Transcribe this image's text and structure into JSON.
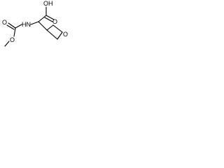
{
  "molecule": {
    "labels": {
      "acid_oh": "OH",
      "acid_carbonyl_o": "O",
      "amine_nh": "HN",
      "carbamate_carbonyl_o": "O",
      "methoxy_o": "O",
      "oxetane_o": "O"
    }
  }
}
